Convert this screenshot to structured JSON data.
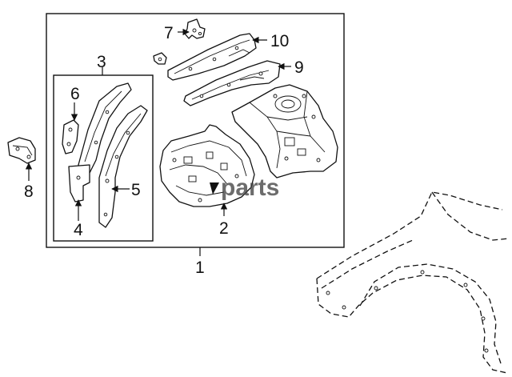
{
  "callouts": {
    "c1": "1",
    "c2": "2",
    "c3": "3",
    "c4": "4",
    "c5": "5",
    "c6": "6",
    "c7": "7",
    "c8": "8",
    "c9": "9",
    "c10": "10"
  },
  "watermark": "parts",
  "colors": {
    "line": "#111111",
    "background": "#ffffff",
    "watermark": "#444444"
  }
}
